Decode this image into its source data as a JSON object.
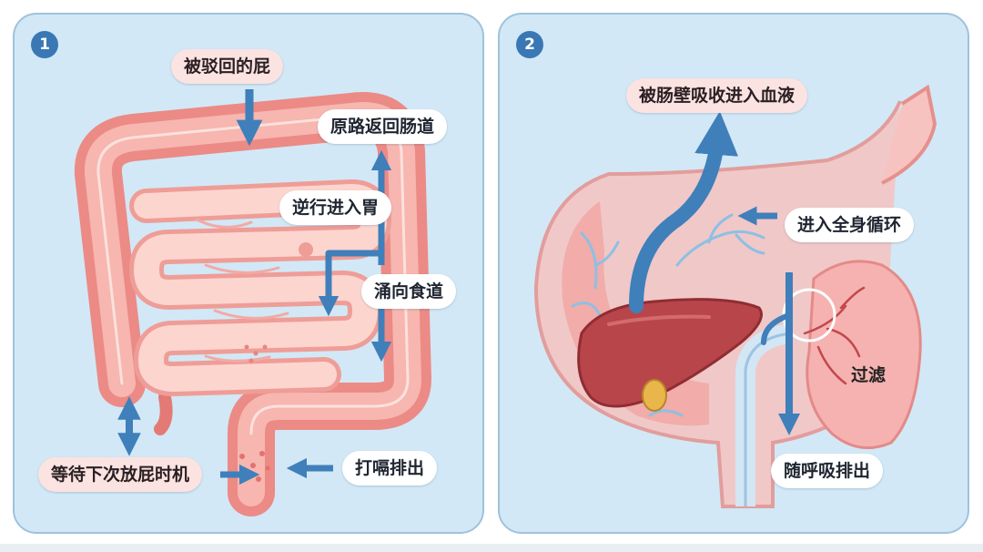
{
  "panel1": {
    "number": "1",
    "labels": {
      "rejected_fart": "被驳回的屁",
      "back_to_intestine": "原路返回肠道",
      "reverse_to_stomach": "逆行进入胃",
      "surge_to_esophagus": "涌向食道",
      "wait_next_chance": "等待下次放屁时机",
      "burp_out": "打嗝排出"
    }
  },
  "panel2": {
    "number": "2",
    "labels": {
      "absorbed_into_blood": "被肠壁吸收进入血液",
      "systemic_circulation": "进入全身循环",
      "filter": "过滤",
      "exhaled": "随呼吸排出"
    }
  },
  "colors": {
    "arrow_blue": "#3f7fba",
    "intestine_dark": "#ec8a86",
    "intestine_light": "#f7c2bd",
    "liver": "#b8454a",
    "lung": "#f5b2b0",
    "panel_bg": "#d2e8f6"
  }
}
